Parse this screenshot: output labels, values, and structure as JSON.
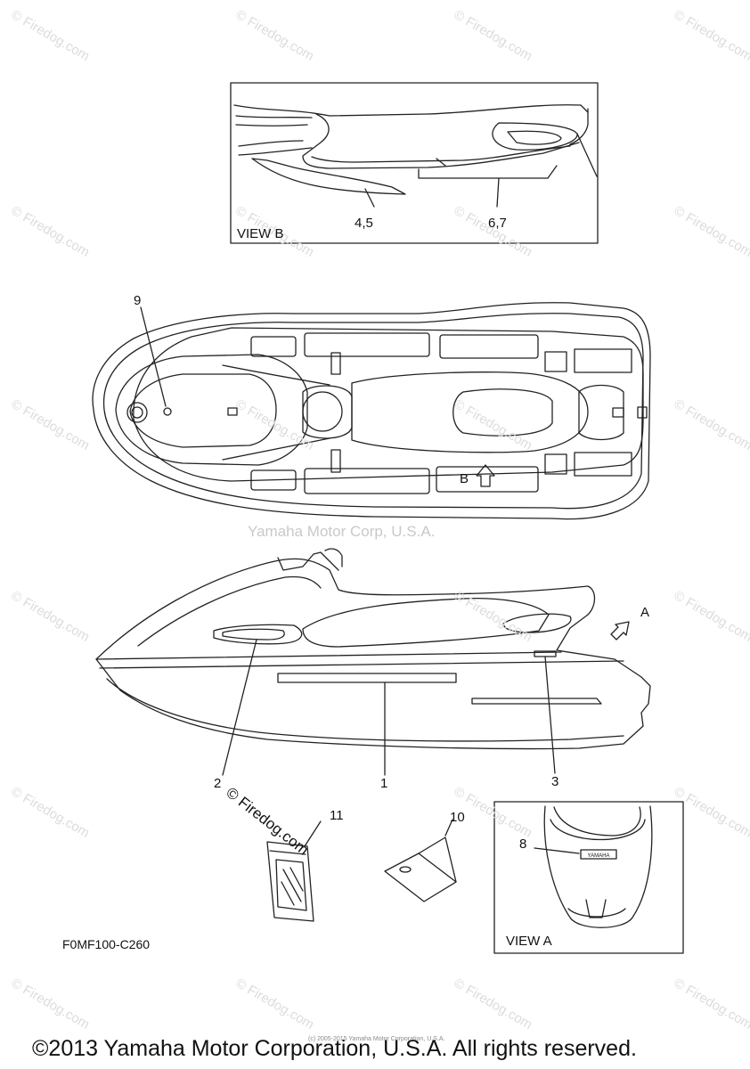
{
  "watermark": {
    "center": "Yamaha Motor Corp, U.S.A.",
    "tile": "© Firedog.com",
    "stamp": "© Firedog.com"
  },
  "view_b": {
    "title": "VIEW B",
    "callouts": [
      "4,5",
      "6,7"
    ]
  },
  "top_view": {
    "callouts": [
      "9"
    ],
    "arrow_label": "B"
  },
  "side_view": {
    "callouts": [
      "2",
      "1",
      "3"
    ],
    "arrow_label": "A"
  },
  "parts": {
    "callouts": [
      "11",
      "10"
    ]
  },
  "view_a": {
    "title": "VIEW A",
    "callouts": [
      "8"
    ],
    "emblem_text": "YAMAHA"
  },
  "figure_code": "F0MF100-C260",
  "footer": {
    "copyright": "©2013 Yamaha Motor Corporation, U.S.A. All rights reserved.",
    "fine_print": "(c) 2005-2015 Yamaha Motor Corporation, U.S.A."
  }
}
